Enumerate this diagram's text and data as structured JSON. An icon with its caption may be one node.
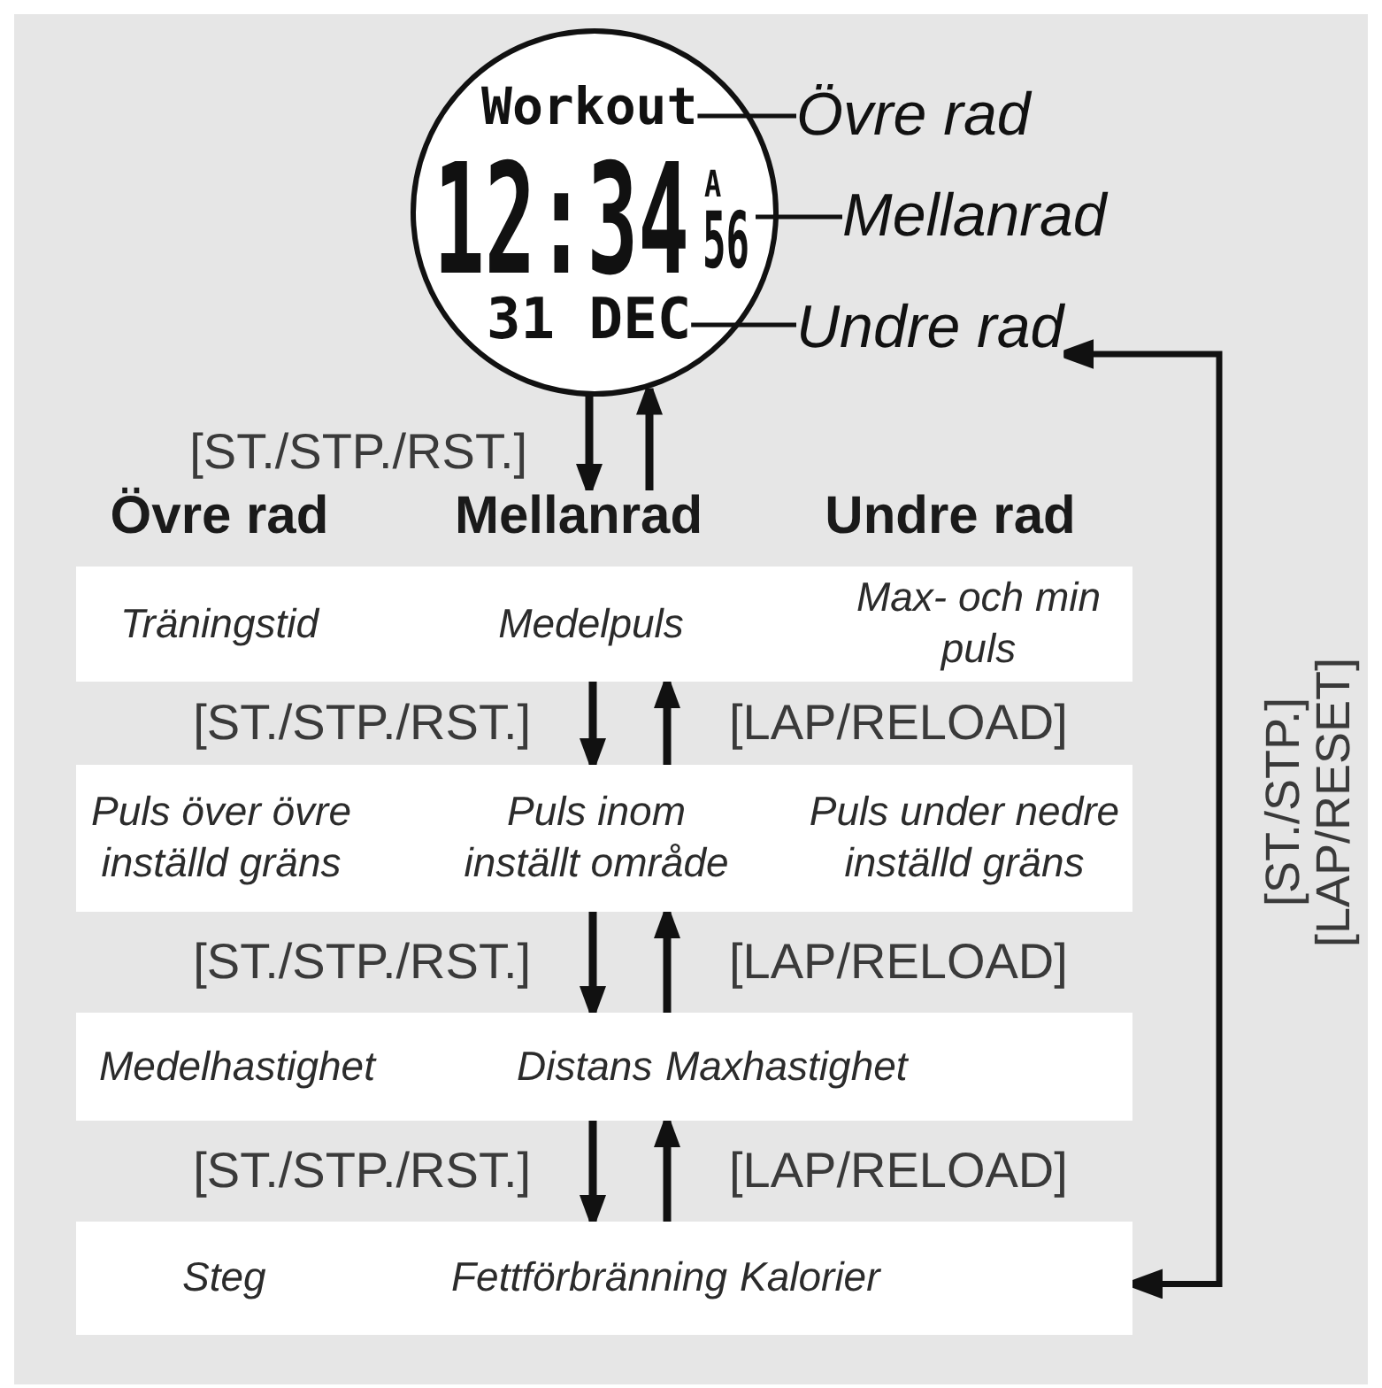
{
  "diagram": {
    "nodes": [
      {
        "text": [],
        "shape": "circle"
      },
      {
        "text": [
          "Workout"
        ],
        "in": 0
      },
      {
        "text": [
          "12:34",
          "A",
          "56"
        ],
        "in": 0
      },
      {
        "text": [
          "31 DEC"
        ],
        "in": 0
      },
      {
        "text": [
          "Övre rad"
        ]
      },
      {
        "text": [
          "Mellanrad"
        ]
      },
      {
        "text": [
          "Undre rad"
        ]
      },
      {
        "text": [
          "Övre rad",
          "Mellanrad",
          "Undre rad"
        ]
      },
      {
        "text": [
          "Träningstid",
          "Medelpuls",
          "Max- och min puls"
        ]
      },
      {
        "text": [
          "Puls över övre inställd gräns",
          "Puls inom inställt område",
          "Puls under nedre inställd gräns"
        ]
      },
      {
        "text": [
          "Medelhastighet",
          "Distans",
          "Maxhastighet"
        ]
      },
      {
        "text": [
          "Steg",
          "Fettförbränning",
          "Kalorier"
        ]
      }
    ],
    "edges": [
      {
        "from": 4,
        "to": 1,
        "arrow": "none"
      },
      {
        "from": 5,
        "to": 2,
        "arrow": "none"
      },
      {
        "from": 6,
        "to": 3,
        "arrow": "none"
      },
      {
        "from": 0,
        "to": 7,
        "arrow": "to",
        "label": "[ST./STP./RST.]"
      },
      {
        "from": 7,
        "to": 0,
        "arrow": "to"
      },
      {
        "from": 8,
        "to": 9,
        "arrow": "to",
        "label": "[ST./STP./RST.]"
      },
      {
        "from": 9,
        "to": 8,
        "arrow": "to",
        "label": "[LAP/RELOAD]"
      },
      {
        "from": 9,
        "to": 10,
        "arrow": "to",
        "label": "[ST./STP./RST.]"
      },
      {
        "from": 10,
        "to": 9,
        "arrow": "to",
        "label": "[LAP/RELOAD]"
      },
      {
        "from": 10,
        "to": 11,
        "arrow": "to",
        "label": "[ST./STP./RST.]"
      },
      {
        "from": 11,
        "to": 10,
        "arrow": "to",
        "label": "[LAP/RELOAD]"
      },
      {
        "from": 6,
        "to": 11,
        "arrow": "both",
        "label": "[ST./STP.] [LAP/RESET]"
      }
    ]
  }
}
